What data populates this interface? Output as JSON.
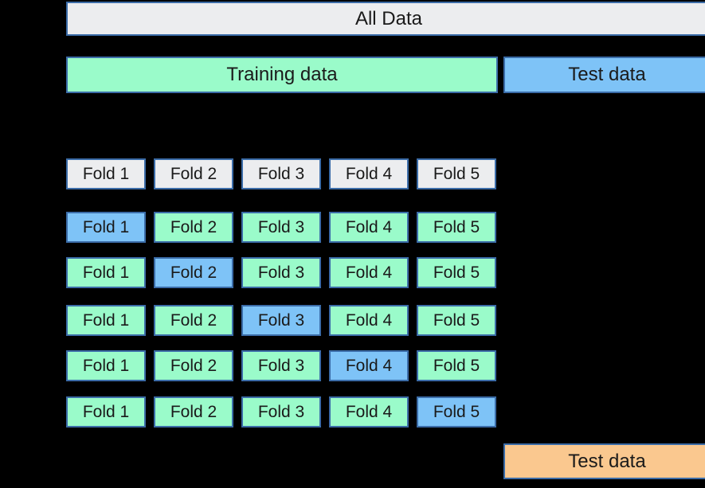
{
  "colors": {
    "background": "#000000",
    "border": "#3b6ca8",
    "all_data_fill": "#ecedef",
    "fold_header_fill": "#ecedef",
    "train_fold_fill": "#9afbca",
    "validation_fold_fill": "#7ec3f7",
    "test_data_fill": "#7ec3f7",
    "final_test_fill": "#fac88f",
    "text": "#1a1a1a"
  },
  "all_data": {
    "label": "All Data"
  },
  "split": {
    "training": {
      "label": "Training data"
    },
    "test": {
      "label": "Test data"
    }
  },
  "fold_header": {
    "cells": [
      {
        "label": "Fold 1"
      },
      {
        "label": "Fold 2"
      },
      {
        "label": "Fold 3"
      },
      {
        "label": "Fold 4"
      },
      {
        "label": "Fold 5"
      }
    ]
  },
  "cv_grid": {
    "rows": [
      {
        "validation_index": 0,
        "cells": [
          {
            "label": "Fold 1",
            "role": "validation"
          },
          {
            "label": "Fold 2",
            "role": "train"
          },
          {
            "label": "Fold 3",
            "role": "train"
          },
          {
            "label": "Fold 4",
            "role": "train"
          },
          {
            "label": "Fold 5",
            "role": "train"
          }
        ]
      },
      {
        "validation_index": 1,
        "cells": [
          {
            "label": "Fold 1",
            "role": "train"
          },
          {
            "label": "Fold 2",
            "role": "validation"
          },
          {
            "label": "Fold 3",
            "role": "train"
          },
          {
            "label": "Fold 4",
            "role": "train"
          },
          {
            "label": "Fold 5",
            "role": "train"
          }
        ]
      },
      {
        "validation_index": 2,
        "cells": [
          {
            "label": "Fold 1",
            "role": "train"
          },
          {
            "label": "Fold 2",
            "role": "train"
          },
          {
            "label": "Fold 3",
            "role": "validation"
          },
          {
            "label": "Fold 4",
            "role": "train"
          },
          {
            "label": "Fold 5",
            "role": "train"
          }
        ]
      },
      {
        "validation_index": 3,
        "cells": [
          {
            "label": "Fold 1",
            "role": "train"
          },
          {
            "label": "Fold 2",
            "role": "train"
          },
          {
            "label": "Fold 3",
            "role": "train"
          },
          {
            "label": "Fold 4",
            "role": "validation"
          },
          {
            "label": "Fold 5",
            "role": "train"
          }
        ]
      },
      {
        "validation_index": 4,
        "cells": [
          {
            "label": "Fold 1",
            "role": "train"
          },
          {
            "label": "Fold 2",
            "role": "train"
          },
          {
            "label": "Fold 3",
            "role": "train"
          },
          {
            "label": "Fold 4",
            "role": "train"
          },
          {
            "label": "Fold 5",
            "role": "validation"
          }
        ]
      }
    ]
  },
  "final_test": {
    "label": "Test data"
  }
}
